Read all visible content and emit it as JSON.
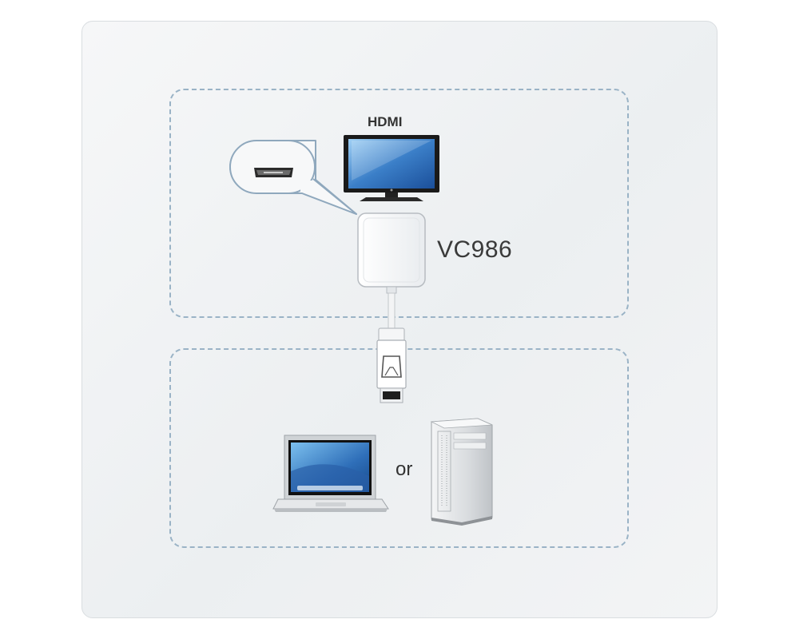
{
  "diagram": {
    "display_label": "HDMI",
    "adapter_model": "VC986",
    "separator_text": "or",
    "colors": {
      "dashed_border": "#9ab3c6",
      "callout_border": "#8fa8bd",
      "screen_blue": "#3b7fc8"
    },
    "icons": [
      "hdmi-monitor-icon",
      "hdmi-port-callout-icon",
      "adapter-icon",
      "displayport-plug-icon",
      "laptop-icon",
      "desktop-tower-icon"
    ]
  }
}
